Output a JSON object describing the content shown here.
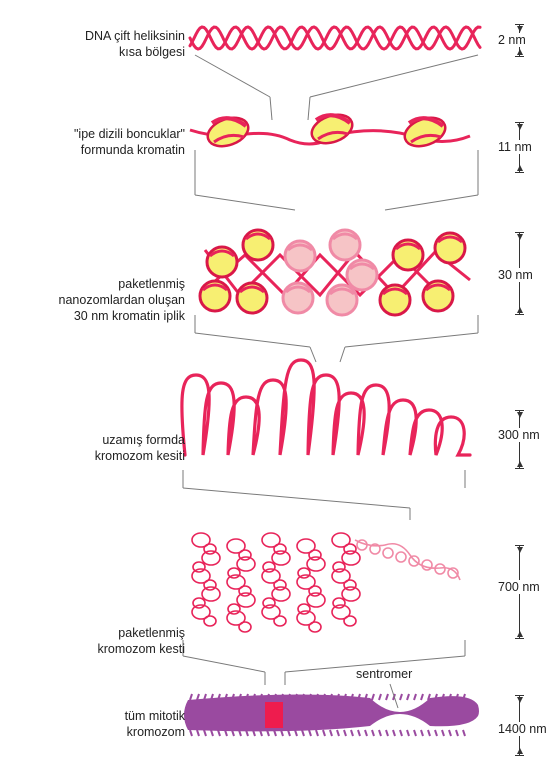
{
  "colors": {
    "dna": "#e8245a",
    "histone_fill": "#f7ef72",
    "histone_stroke": "#d91848",
    "histone_light": "#f6c4c6",
    "fiber_light": "#f08aa6",
    "chromosome": "#9a4aa0",
    "centromere_mark": "#ee1c4e",
    "guide": "#7a7a7a"
  },
  "levels": [
    {
      "label": "DNA çift heliksinin\nkısa bölgesi",
      "scale": "2 nm"
    },
    {
      "label": "\"ipe dizili boncuklar\"\nformunda kromatin",
      "scale": "11 nm"
    },
    {
      "label": "paketlenmiş\nnanozomlardan oluşan\n30 nm kromatin iplik",
      "scale": "30 nm"
    },
    {
      "label": "uzamış formda\nkromozom kesiti",
      "scale": "300 nm"
    },
    {
      "label": "paketlenmiş\nkromozom kesti",
      "scale": "700 nm"
    },
    {
      "label": "tüm mitotik\nkromozom",
      "scale": "1400 nm"
    }
  ],
  "centromere_label": "sentromer"
}
